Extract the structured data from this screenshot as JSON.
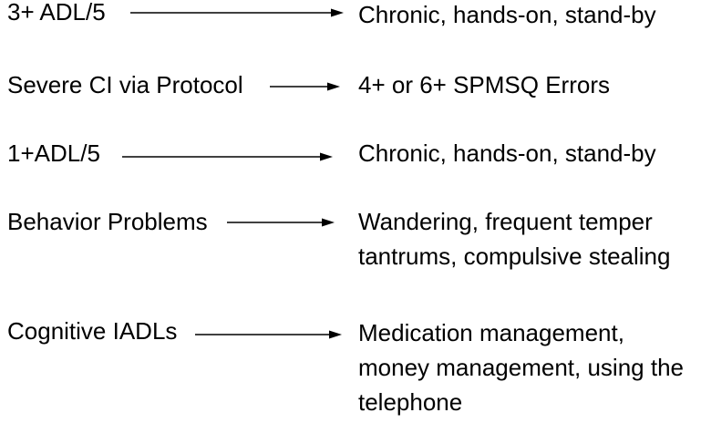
{
  "colors": {
    "background": "#ffffff",
    "text": "#000000",
    "arrow": "#000000"
  },
  "rows": [
    {
      "left": "3+ ADL/5",
      "right": [
        "Chronic, hands-on, stand-by"
      ]
    },
    {
      "left": "Severe CI via Protocol",
      "right": [
        "4+ or 6+ SPMSQ Errors"
      ]
    },
    {
      "left": "1+ADL/5",
      "right": [
        "Chronic, hands-on, stand-by"
      ]
    },
    {
      "left": "Behavior Problems",
      "right": [
        "Wandering, frequent temper",
        "tantrums, compulsive stealing"
      ]
    },
    {
      "left": "Cognitive IADLs",
      "right": [
        "Medication management,",
        "money management, using the",
        "telephone"
      ]
    }
  ]
}
